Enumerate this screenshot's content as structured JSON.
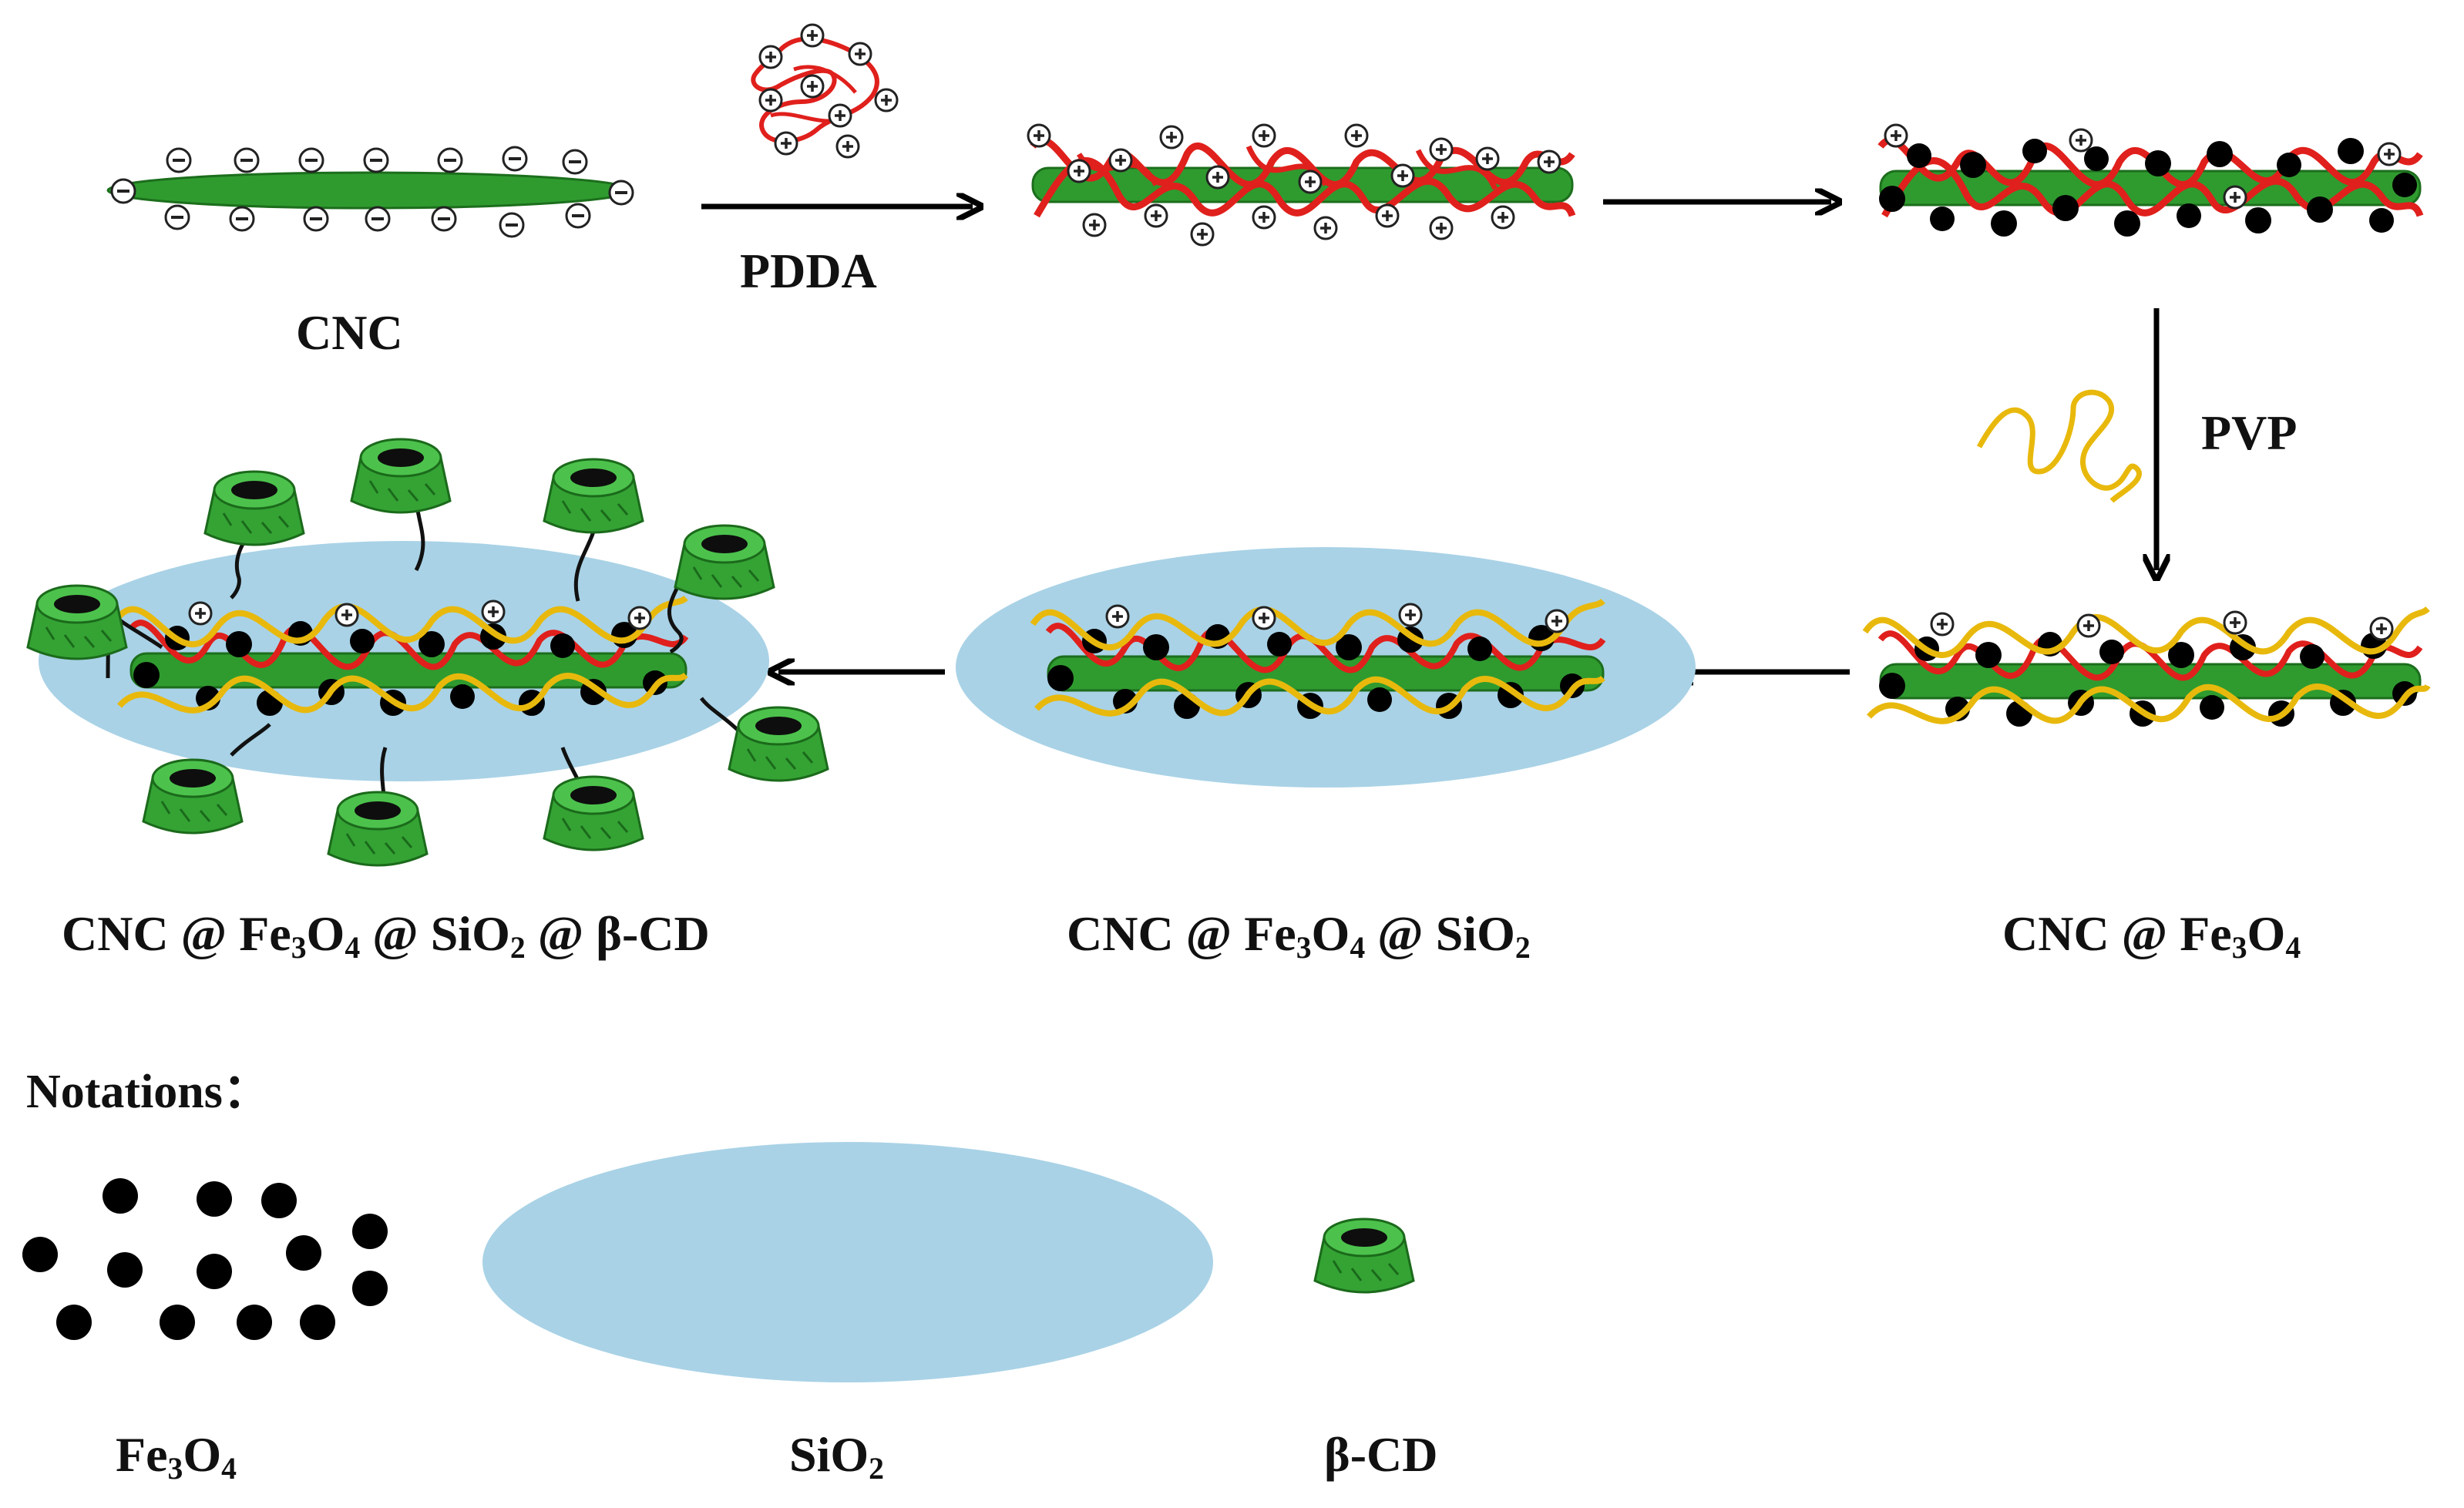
{
  "labels": {
    "cnc": "CNC",
    "pdda": "PDDA",
    "pvp": "PVP",
    "notations": "Notations："
  },
  "products": {
    "cnc_fe3o4": {
      "prefix": "CNC @ Fe",
      "s1": "3",
      "m1": "O",
      "s2": "4"
    },
    "cnc_fe3o4_sio2": {
      "prefix": "CNC @ Fe",
      "s1": "3",
      "m1": "O",
      "s2": "4",
      "m2": " @ SiO",
      "s3": "2"
    },
    "cnc_fe3o4_sio2_bcd": {
      "prefix": "CNC @ Fe",
      "s1": "3",
      "m1": "O",
      "s2": "4",
      "m2": " @ SiO",
      "s3": "2",
      "tail": "@ β-CD"
    }
  },
  "legend": {
    "fe3o4": {
      "a": "Fe",
      "s1": "3",
      "b": "O",
      "s2": "4"
    },
    "sio2": {
      "a": "SiO",
      "s1": "2"
    },
    "bcd": {
      "a": "β-CD"
    }
  },
  "colors": {
    "cnc_green": "#2f9b2f",
    "pdda_red": "#e0201c",
    "pvp_yellow": "#e8b90c",
    "silica_blue": "#a9d2e6",
    "fe3o4_black": "#000000",
    "cd_green": "#3fae3f"
  }
}
